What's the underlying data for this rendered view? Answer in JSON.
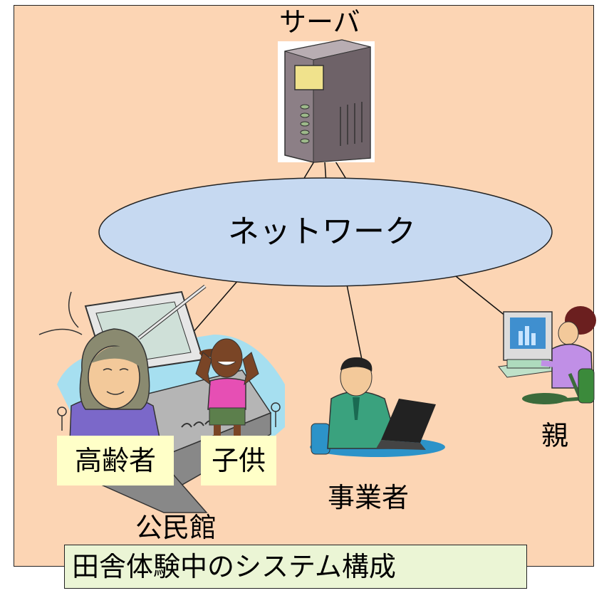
{
  "labels": {
    "server": "サーバ",
    "network": "ネットワーク",
    "elderly": "高齢者",
    "child": "子供",
    "community_hall": "公民館",
    "business": "事業者",
    "parent": "親"
  },
  "caption": "田舎体験中のシステム構成",
  "colors": {
    "background": "#fcd5b4",
    "network_fill": "#c6d9f1",
    "label_box": "#ffffc8",
    "caption_box": "#ebf5d5"
  },
  "icons": [
    "server-icon",
    "elderly-person-icon",
    "child-icon",
    "community-hall-icon",
    "business-person-icon",
    "parent-computer-icon"
  ]
}
